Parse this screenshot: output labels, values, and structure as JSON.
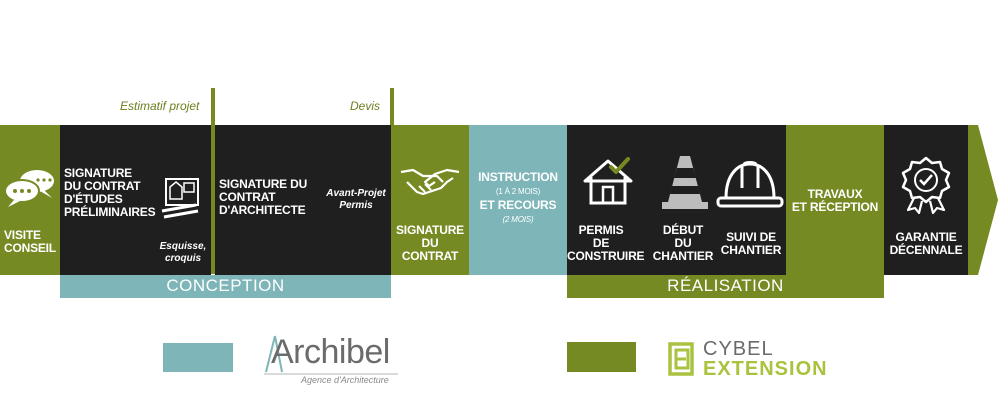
{
  "annotations": {
    "estimatif": "Estimatif projet",
    "devis": "Devis"
  },
  "steps": {
    "visite": "VISITE\nCONSEIL",
    "signature_etudes": "SIGNATURE\nDU CONTRAT\nD'ÉTUDES\nPRÉLIMINAIRES",
    "esquisse": "Esquisse,\ncroquis",
    "signature_architecte": "SIGNATURE DU\nCONTRAT\nD'ARCHITECTE",
    "avant_projet": "Avant-Projet\nPermis",
    "signature_contrat": "SIGNATURE\nDU\nCONTRAT",
    "instruction_title": "INSTRUCTION",
    "instruction_sub1": "(1 À 2 MOIS)",
    "instruction_title2": "ET RECOURS",
    "instruction_sub2": "(2 MOIS)",
    "permis": "PERMIS\nDE\nCONSTRUIRE",
    "debut": "DÉBUT\nDU\nCHANTIER",
    "suivi": "SUIVI DE\nCHANTIER",
    "travaux": "TRAVAUX\nET RÉCEPTION",
    "garantie": "GARANTIE\nDÉCENNALE"
  },
  "phases": {
    "conception": "CONCEPTION",
    "realisation": "RÉALISATION"
  },
  "legend": {
    "archibel_word": "Archibel",
    "archibel_sub": "Agence d'Architecture",
    "cybel_line1": "CYBEL",
    "cybel_line2": "EXTENSION"
  },
  "colors": {
    "olive": "#768a23",
    "dark": "#1f1f1f",
    "teal": "#7db5b8"
  }
}
